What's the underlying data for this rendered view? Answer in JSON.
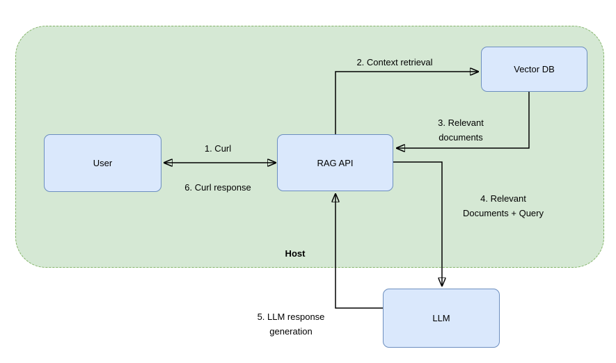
{
  "diagram": {
    "host": {
      "label": "Host"
    },
    "nodes": {
      "user": {
        "label": "User"
      },
      "rag_api": {
        "label": "RAG API"
      },
      "vector_db": {
        "label": "Vector DB"
      },
      "llm": {
        "label": "LLM"
      }
    },
    "edges": {
      "curl": {
        "step": "1",
        "label": "1. Curl",
        "from": "User",
        "to": "RAG API",
        "direction": "bidirectional"
      },
      "context_retrieval": {
        "step": "2",
        "label": "2. Context retrieval",
        "from": "RAG API",
        "to": "Vector DB",
        "direction": "forward"
      },
      "relevant_documents": {
        "step": "3",
        "label": "3. Relevant\ndocuments",
        "from": "Vector DB",
        "to": "RAG API",
        "direction": "forward"
      },
      "relevant_documents_query": {
        "step": "4",
        "label": "4. Relevant\nDocuments + Query",
        "from": "RAG API",
        "to": "LLM",
        "direction": "forward"
      },
      "llm_response_generation": {
        "step": "5",
        "label": "5. LLM response\ngeneration",
        "from": "LLM",
        "to": "RAG API",
        "direction": "forward"
      },
      "curl_response": {
        "step": "6",
        "label": "6. Curl response",
        "from": "RAG API",
        "to": "User",
        "direction": "return"
      }
    },
    "colors": {
      "canvas": "#ffffff",
      "host_fill": "#d5e8d4",
      "host_border": "#82b366",
      "node_fill": "#dae8fc",
      "node_border": "#6c8ebf",
      "arrow": "#000000",
      "text": "#000000"
    }
  }
}
